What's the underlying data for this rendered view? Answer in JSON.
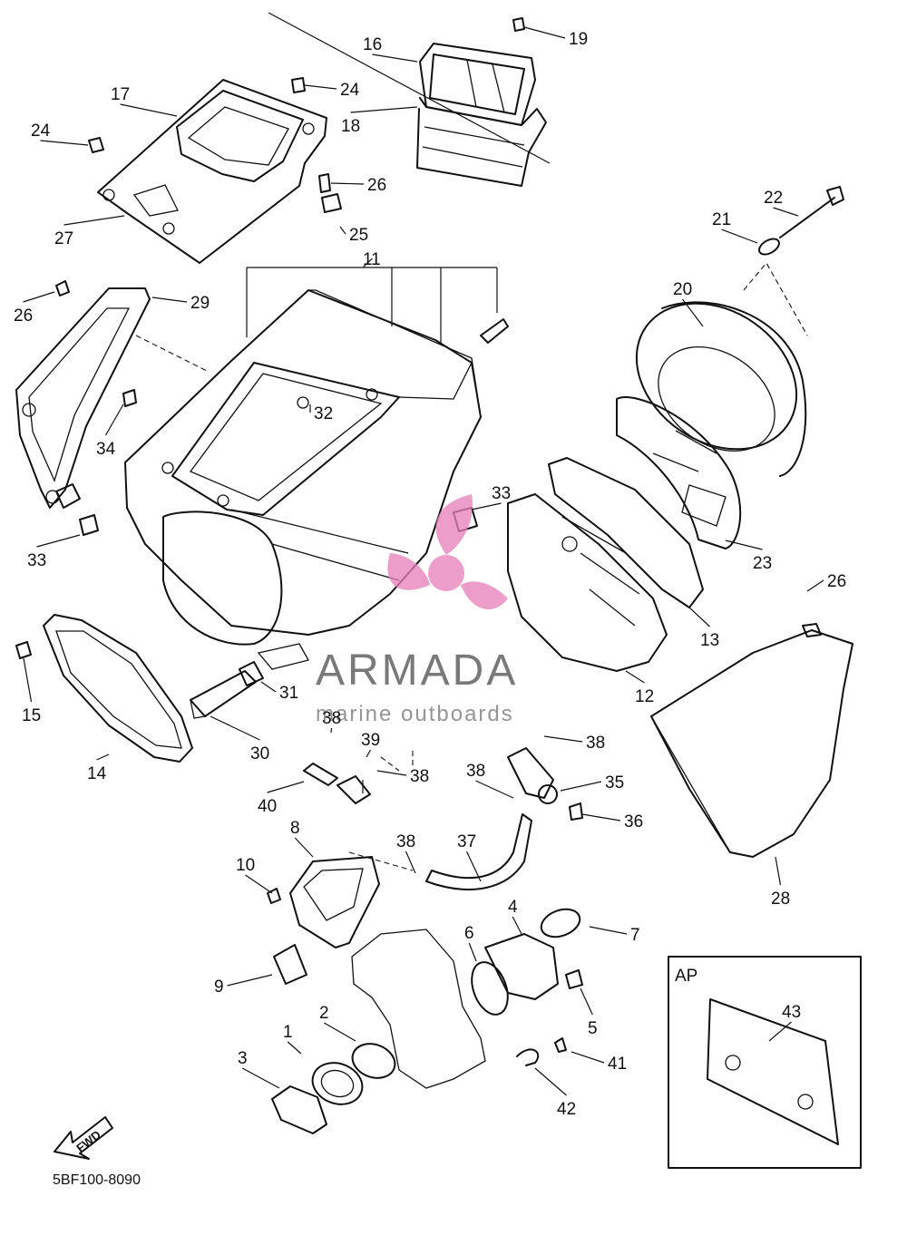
{
  "diagram": {
    "part_code": "5BF100-8090",
    "fwd_label": "FWD",
    "ap_label": "AP",
    "watermark": {
      "brand": "ARMADA",
      "tagline": "marine outboards",
      "accent": "#e87fb8"
    },
    "callouts": [
      {
        "id": "c1",
        "label": "1"
      },
      {
        "id": "c2",
        "label": "2"
      },
      {
        "id": "c3",
        "label": "3"
      },
      {
        "id": "c4",
        "label": "4"
      },
      {
        "id": "c5",
        "label": "5"
      },
      {
        "id": "c6",
        "label": "6"
      },
      {
        "id": "c7",
        "label": "7"
      },
      {
        "id": "c8",
        "label": "8"
      },
      {
        "id": "c9",
        "label": "9"
      },
      {
        "id": "c10",
        "label": "10"
      },
      {
        "id": "c11",
        "label": "11"
      },
      {
        "id": "c12",
        "label": "12"
      },
      {
        "id": "c13",
        "label": "13"
      },
      {
        "id": "c14",
        "label": "14"
      },
      {
        "id": "c15",
        "label": "15"
      },
      {
        "id": "c16",
        "label": "16"
      },
      {
        "id": "c17",
        "label": "17"
      },
      {
        "id": "c18",
        "label": "18"
      },
      {
        "id": "c19",
        "label": "19"
      },
      {
        "id": "c20",
        "label": "20"
      },
      {
        "id": "c21",
        "label": "21"
      },
      {
        "id": "c22",
        "label": "22"
      },
      {
        "id": "c23",
        "label": "23"
      },
      {
        "id": "c24a",
        "label": "24"
      },
      {
        "id": "c24b",
        "label": "24"
      },
      {
        "id": "c25",
        "label": "25"
      },
      {
        "id": "c26a",
        "label": "26"
      },
      {
        "id": "c26b",
        "label": "26"
      },
      {
        "id": "c26c",
        "label": "26"
      },
      {
        "id": "c27",
        "label": "27"
      },
      {
        "id": "c28",
        "label": "28"
      },
      {
        "id": "c29",
        "label": "29"
      },
      {
        "id": "c30",
        "label": "30"
      },
      {
        "id": "c31",
        "label": "31"
      },
      {
        "id": "c32",
        "label": "32"
      },
      {
        "id": "c33a",
        "label": "33"
      },
      {
        "id": "c33b",
        "label": "33"
      },
      {
        "id": "c34",
        "label": "34"
      },
      {
        "id": "c35",
        "label": "35"
      },
      {
        "id": "c36",
        "label": "36"
      },
      {
        "id": "c37",
        "label": "37"
      },
      {
        "id": "c38a",
        "label": "38"
      },
      {
        "id": "c38b",
        "label": "38"
      },
      {
        "id": "c38c",
        "label": "38"
      },
      {
        "id": "c38d",
        "label": "38"
      },
      {
        "id": "c38e",
        "label": "38"
      },
      {
        "id": "c39",
        "label": "39"
      },
      {
        "id": "c40",
        "label": "40"
      },
      {
        "id": "c41",
        "label": "41"
      },
      {
        "id": "c42",
        "label": "42"
      },
      {
        "id": "c43",
        "label": "43"
      }
    ]
  }
}
